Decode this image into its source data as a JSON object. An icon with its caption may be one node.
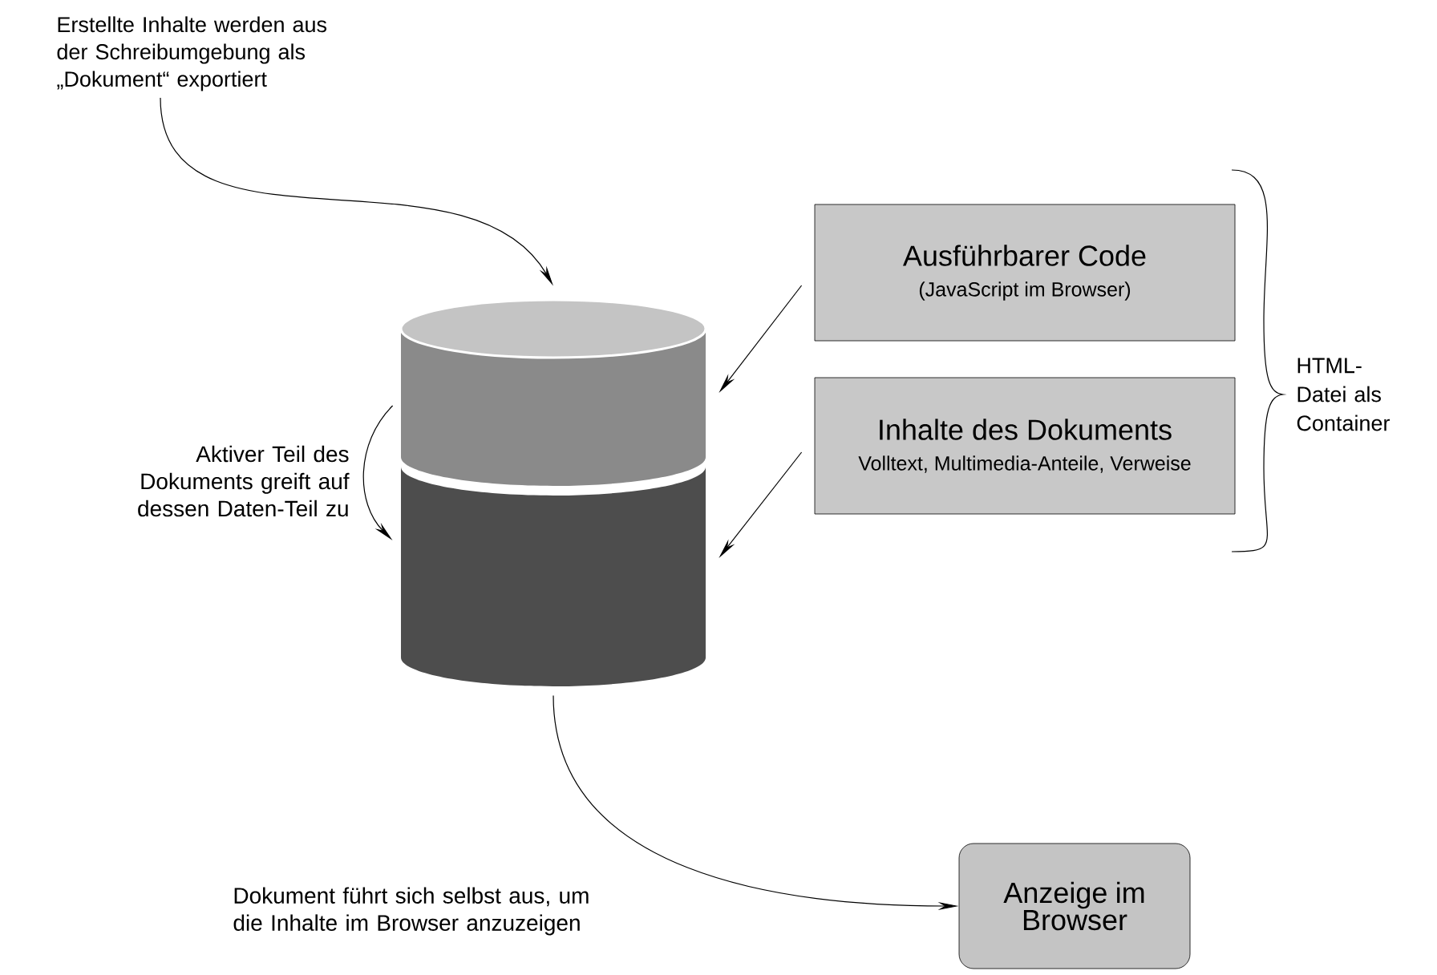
{
  "diagram": {
    "nodes": [
      {
        "text": [
          "Erstellte Inhalte werden aus der Schreibumgebung als „Dokument“ exportiert"
        ]
      },
      {
        "text": [],
        "shape": "cylinder"
      },
      {
        "text": [],
        "shape": "cylinder"
      },
      {
        "text": [
          "Ausführbarer Code",
          "(JavaScript im Browser)"
        ]
      },
      {
        "text": [
          "Inhalte des Dokuments",
          "Volltext, Multimedia-Anteile, Verweise"
        ]
      },
      {
        "text": [
          "Anzeige im Browser"
        ]
      }
    ],
    "edges": [
      {
        "from": 0,
        "to": 1,
        "arrow": "to"
      },
      {
        "from": 3,
        "to": 1,
        "arrow": "to"
      },
      {
        "from": 4,
        "to": 2,
        "arrow": "to"
      },
      {
        "from": 1,
        "to": 2,
        "arrow": "to",
        "label": "Aktiver Teil des Dokuments greift auf dessen Daten-Teil zu"
      },
      {
        "from": 2,
        "to": 5,
        "arrow": "to",
        "label": "Dokument führt sich selbst aus, um die Inhalte im Browser anzuzeigen"
      }
    ],
    "labels": [
      "HTML- Datei als Container"
    ]
  }
}
